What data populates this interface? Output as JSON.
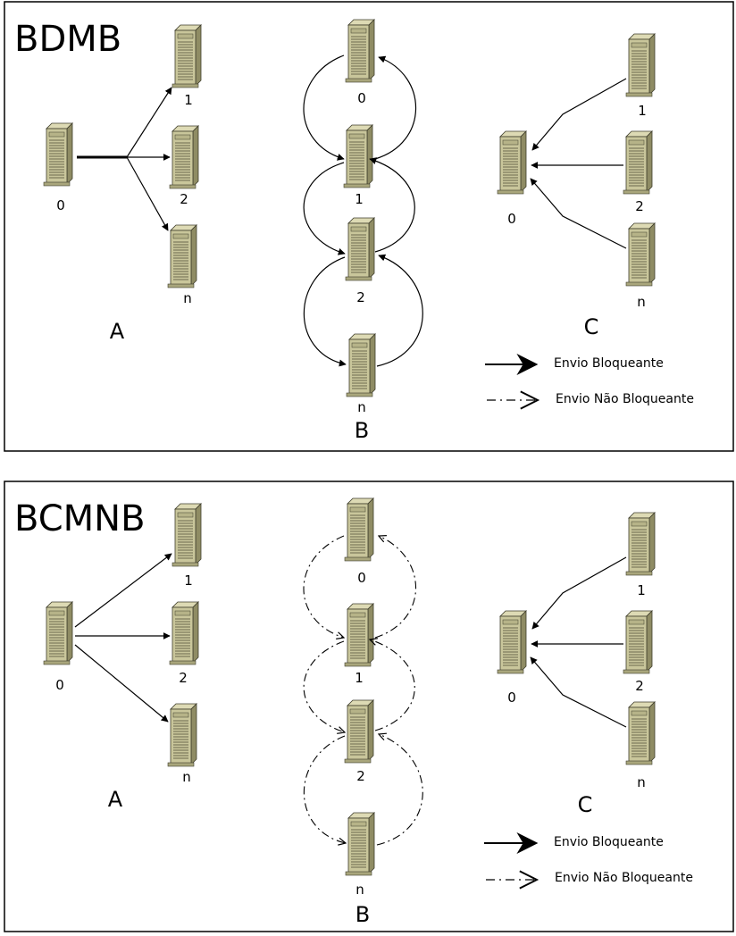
{
  "panels": [
    {
      "title": "BDMB",
      "mode": "blocking",
      "group_a": {
        "label": "A",
        "source": "0",
        "targets": [
          "1",
          "2",
          "n"
        ]
      },
      "group_b": {
        "label": "B",
        "nodes": [
          "0",
          "1",
          "2",
          "n"
        ]
      },
      "group_c": {
        "label": "C",
        "sink": "0",
        "sources": [
          "1",
          "2",
          "n"
        ]
      },
      "legend": {
        "blocking": "Envio Bloqueante",
        "non_blocking": "Envio Não Bloqueante"
      }
    },
    {
      "title": "BCMNB",
      "mode": "non-blocking",
      "group_a": {
        "label": "A",
        "source": "0",
        "targets": [
          "1",
          "2",
          "n"
        ]
      },
      "group_b": {
        "label": "B",
        "nodes": [
          "0",
          "1",
          "2",
          "n"
        ]
      },
      "group_c": {
        "label": "C",
        "sink": "0",
        "sources": [
          "1",
          "2",
          "n"
        ]
      },
      "legend": {
        "blocking": "Envio Bloqueante",
        "non_blocking": "Envio Não Bloqueante"
      }
    }
  ],
  "colors": {
    "server_face": "#c9c69b",
    "server_side": "#8f8c64",
    "server_stroke": "#3f3e2c",
    "line": "#000000"
  },
  "icons": {
    "node": "server-tower-icon"
  }
}
